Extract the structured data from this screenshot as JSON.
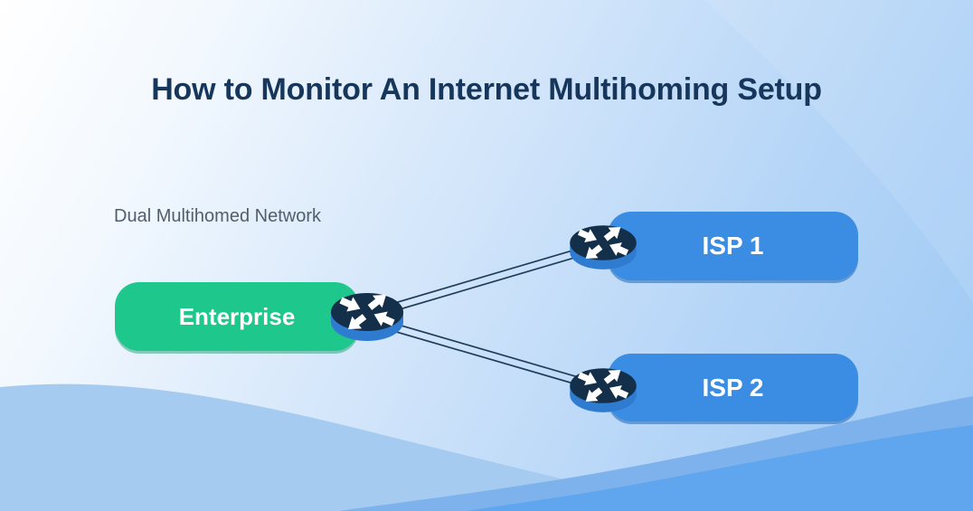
{
  "title": "How to Monitor An Internet Multihoming Setup",
  "diagram": {
    "subtitle": "Dual Multihomed Network",
    "nodes": {
      "enterprise": {
        "label": "Enterprise",
        "color": "#1ec88c",
        "icon": "router-icon"
      },
      "isp1": {
        "label": "ISP 1",
        "color": "#3a8de2",
        "icon": "router-icon"
      },
      "isp2": {
        "label": "ISP 2",
        "color": "#3a8de2",
        "icon": "router-icon"
      }
    },
    "connections": [
      {
        "from": "enterprise",
        "to": "isp1",
        "line_count": 2
      },
      {
        "from": "enterprise",
        "to": "isp2",
        "line_count": 2
      }
    ]
  },
  "colors": {
    "title_text": "#16365c",
    "subtitle_text": "#525e6a",
    "node_text": "#ffffff",
    "enterprise_fill": "#1ec88c",
    "isp_fill": "#3a8de2",
    "router_top": "#132f4a",
    "router_side": "#2f7bd0",
    "link_line": "#1f3d5c",
    "background_gradient": [
      "#ffffff",
      "#9bc8f4"
    ]
  }
}
